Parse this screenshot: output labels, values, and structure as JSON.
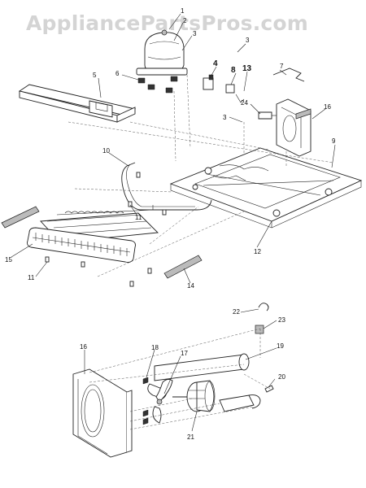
{
  "watermark": "AppliancePartsPros.com",
  "callouts": {
    "c1": "1",
    "c2": "2",
    "c3a": "3",
    "c3b": "3",
    "c3c": "3",
    "c4": "4",
    "c5": "5",
    "c6": "6",
    "c7": "7",
    "c8": "8",
    "c9": "9",
    "c10": "10",
    "c11a": "11",
    "c11b": "11",
    "c12": "12",
    "c13": "13",
    "c14": "14",
    "c15": "15",
    "c16a": "16",
    "c16b": "16",
    "c17": "17",
    "c18": "18",
    "c19": "19",
    "c20": "20",
    "c21": "21",
    "c22": "22",
    "c23": "23",
    "c24": "24"
  },
  "colors": {
    "line": "#222222",
    "watermark": "#d4d4d4",
    "background": "#ffffff"
  }
}
